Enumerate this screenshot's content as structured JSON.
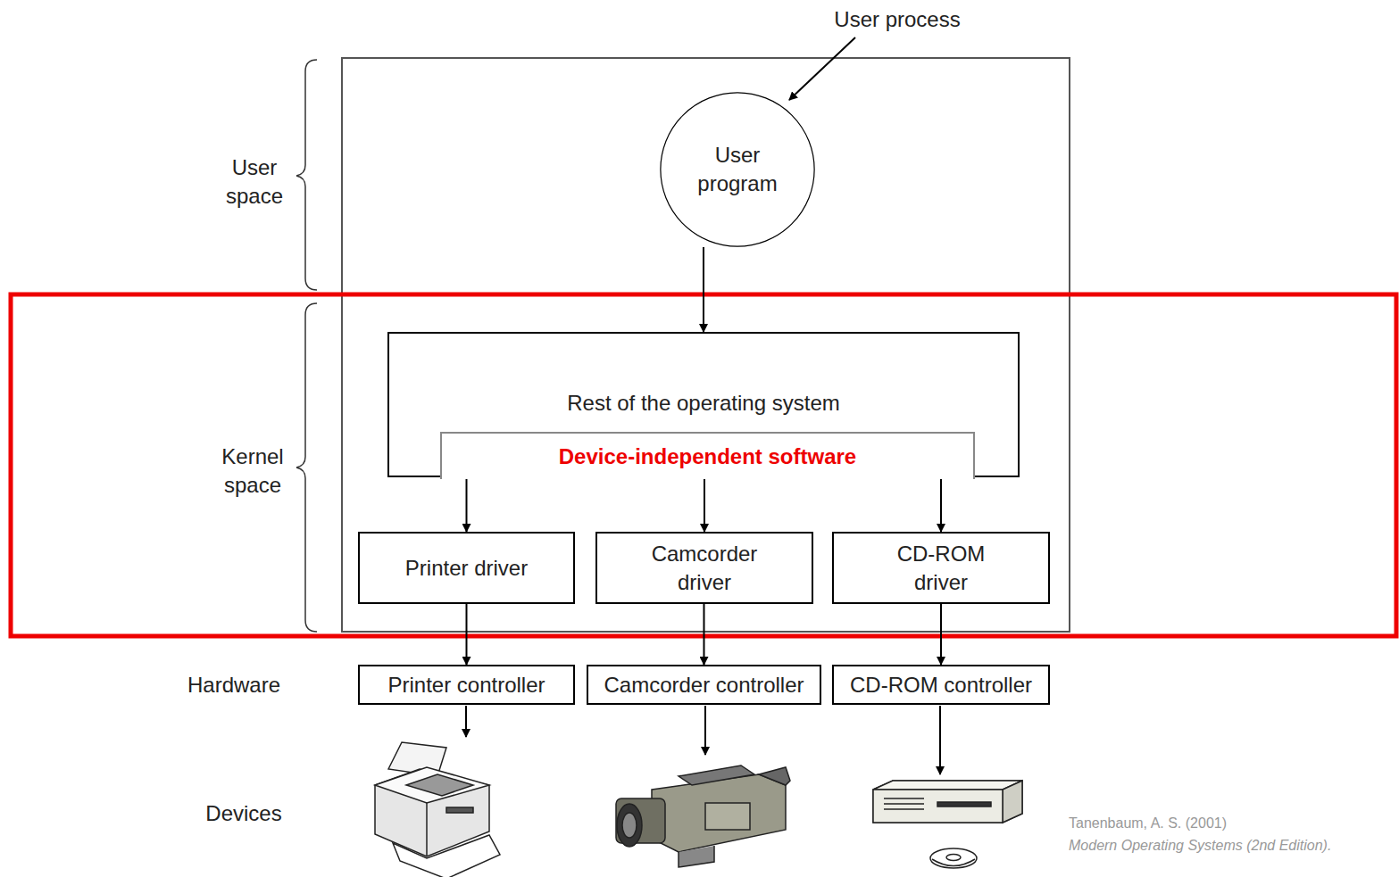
{
  "diagram": {
    "nodes": [
      {
        "text": [
          "User program"
        ]
      },
      {
        "text": [
          "Rest of the operating system"
        ]
      },
      {
        "text": [
          "Device-independent software"
        ],
        "in": 1
      },
      {
        "text": [
          "Printer driver"
        ]
      },
      {
        "text": [
          "Camcorder driver"
        ]
      },
      {
        "text": [
          "CD-ROM driver"
        ]
      },
      {
        "text": [
          "Printer controller"
        ]
      },
      {
        "text": [
          "Camcorder controller"
        ]
      },
      {
        "text": [
          "CD-ROM controller"
        ]
      }
    ],
    "edges": [
      {
        "from": 0,
        "to": 1,
        "arrow": "to"
      },
      {
        "from": 2,
        "to": 3,
        "arrow": "to"
      },
      {
        "from": 2,
        "to": 4,
        "arrow": "to"
      },
      {
        "from": 2,
        "to": 5,
        "arrow": "to"
      },
      {
        "from": 3,
        "to": 6,
        "arrow": "to"
      },
      {
        "from": 4,
        "to": 7,
        "arrow": "to"
      },
      {
        "from": 5,
        "to": 8,
        "arrow": "to"
      }
    ],
    "labels": [
      "User process",
      "User space",
      "Kernel space",
      "Hardware",
      "Devices",
      "Tanenbaum, A. S. (2001)",
      "Modern Operating Systems (2nd Edition)."
    ]
  }
}
